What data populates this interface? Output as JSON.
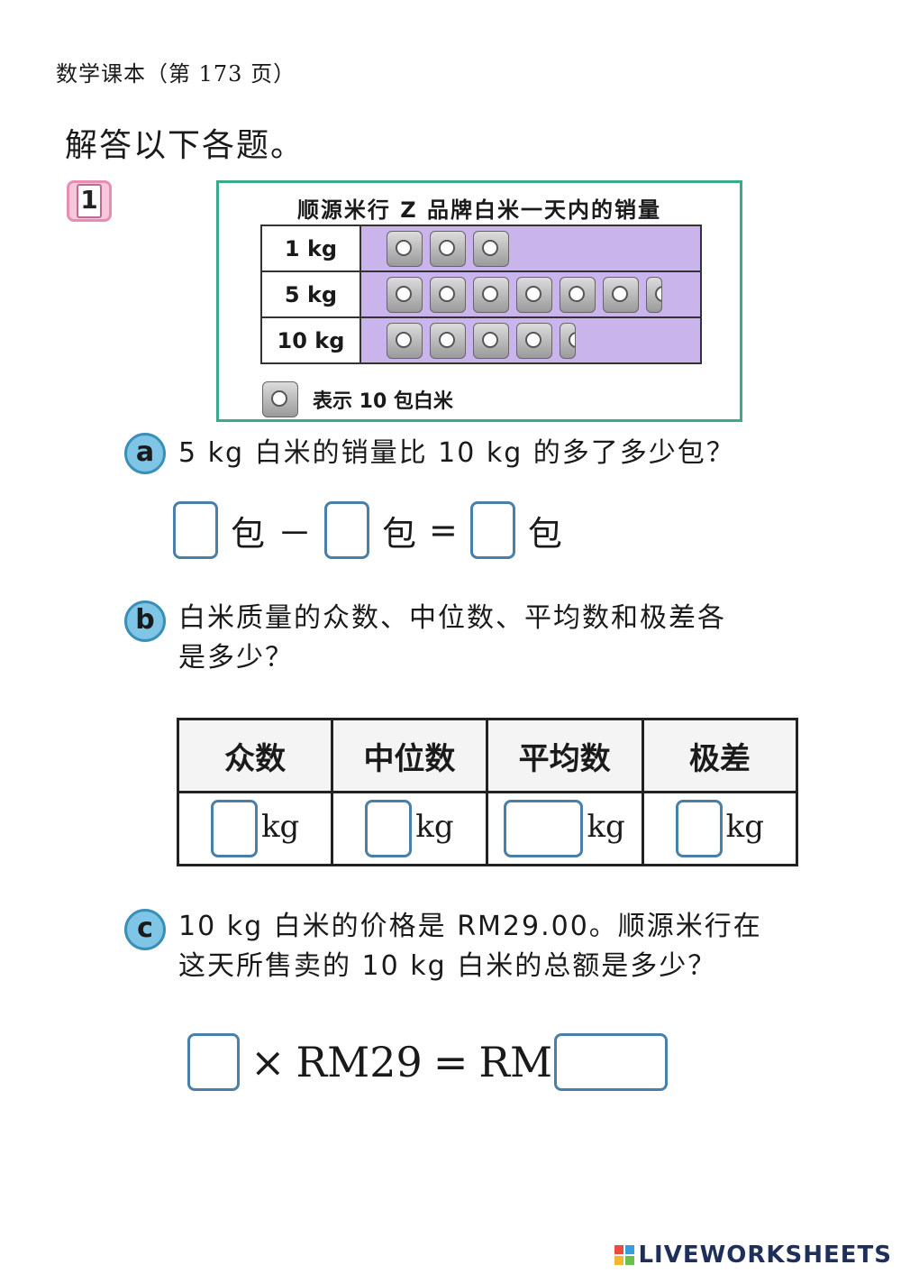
{
  "header": "数学课本（第 173 页）",
  "instruction": "解答以下各题。",
  "question_number": "1",
  "chart_data": {
    "type": "table",
    "title": "顺源米行 Z 品牌白米一天内的销量",
    "categories": [
      "1 kg",
      "5 kg",
      "10 kg"
    ],
    "values": [
      3,
      6.5,
      4.5
    ],
    "legend": "表示 10 包白米",
    "icon": "rice-bag-icon",
    "bar_color": "#c9b4ec"
  },
  "part_a": {
    "label": "a",
    "question": "5 kg 白米的销量比 10 kg 的多了多少包？",
    "unit": "包",
    "minus": "－",
    "equals": "="
  },
  "part_b": {
    "label": "b",
    "question_line1": "白米质量的众数、中位数、平均数和极差各",
    "question_line2": "是多少？",
    "headers": [
      "众数",
      "中位数",
      "平均数",
      "极差"
    ],
    "unit": "kg"
  },
  "part_c": {
    "label": "c",
    "question_line1": "10 kg 白米的价格是 RM29.00。顺源米行在",
    "question_line2": "这天所售卖的 10 kg 白米的总额是多少？",
    "times": "×",
    "price": "RM29",
    "equals": "=",
    "currency": "RM"
  },
  "branding": "LIVEWORKSHEETS",
  "colors": {
    "accent": "#4a7fa8",
    "chart_border": "#3aaa8a",
    "subq_bubble": "#7fc6e6",
    "qnum_bg": "#f6c8dc"
  }
}
